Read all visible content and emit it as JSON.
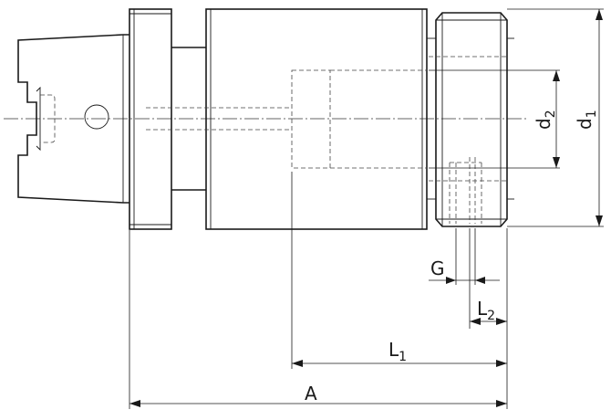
{
  "labels": {
    "d1": {
      "main": "d",
      "sub": "1"
    },
    "d2": {
      "main": "d",
      "sub": "2"
    },
    "G": {
      "main": "G",
      "sub": ""
    },
    "L1": {
      "main": "L",
      "sub": "1"
    },
    "L2": {
      "main": "L",
      "sub": "2"
    },
    "A": {
      "main": "A",
      "sub": ""
    }
  }
}
